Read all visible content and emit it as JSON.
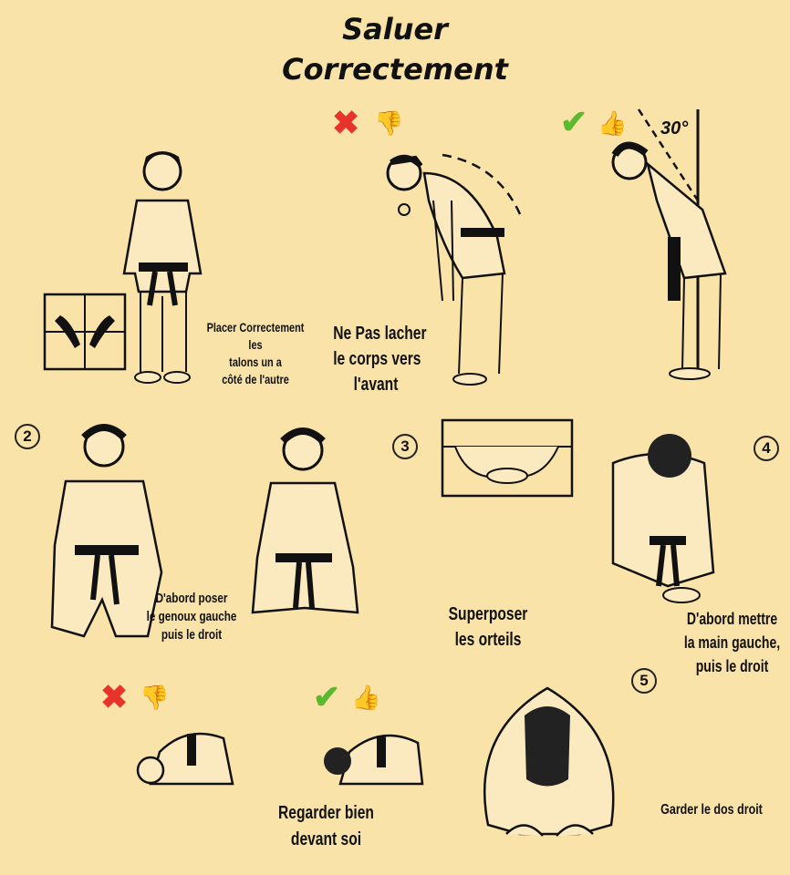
{
  "title": {
    "line1": "Saluer",
    "line2": "Correctement"
  },
  "step1": {
    "caption_feet": [
      "Placer Correctement",
      "les",
      "talons un a",
      "côté de l'autre"
    ],
    "caption_wrong": [
      "Ne Pas lacher",
      "le corps vers",
      "l'avant"
    ],
    "angle_label": "30°",
    "wrong_icons": [
      "cross-icon",
      "thumbs-down-icon"
    ],
    "right_icons": [
      "check-icon",
      "thumbs-up-icon"
    ]
  },
  "step2": {
    "number": "2",
    "caption": [
      "D'abord poser",
      "le genoux gauche",
      "puis le droit"
    ]
  },
  "step3": {
    "number": "3",
    "caption": [
      "Superposer",
      "les orteils"
    ]
  },
  "step4": {
    "number": "4",
    "caption": [
      "D'abord mettre",
      "la main gauche,",
      "puis le droit"
    ]
  },
  "step5": {
    "number": "5",
    "caption_look": [
      "Regarder bien",
      "devant soi"
    ],
    "caption_back": "Garder le dos droit"
  },
  "colors": {
    "background": "#f9e3a8",
    "wrong": "#e8332a",
    "right": "#5cb82e",
    "ink": "#111111"
  }
}
